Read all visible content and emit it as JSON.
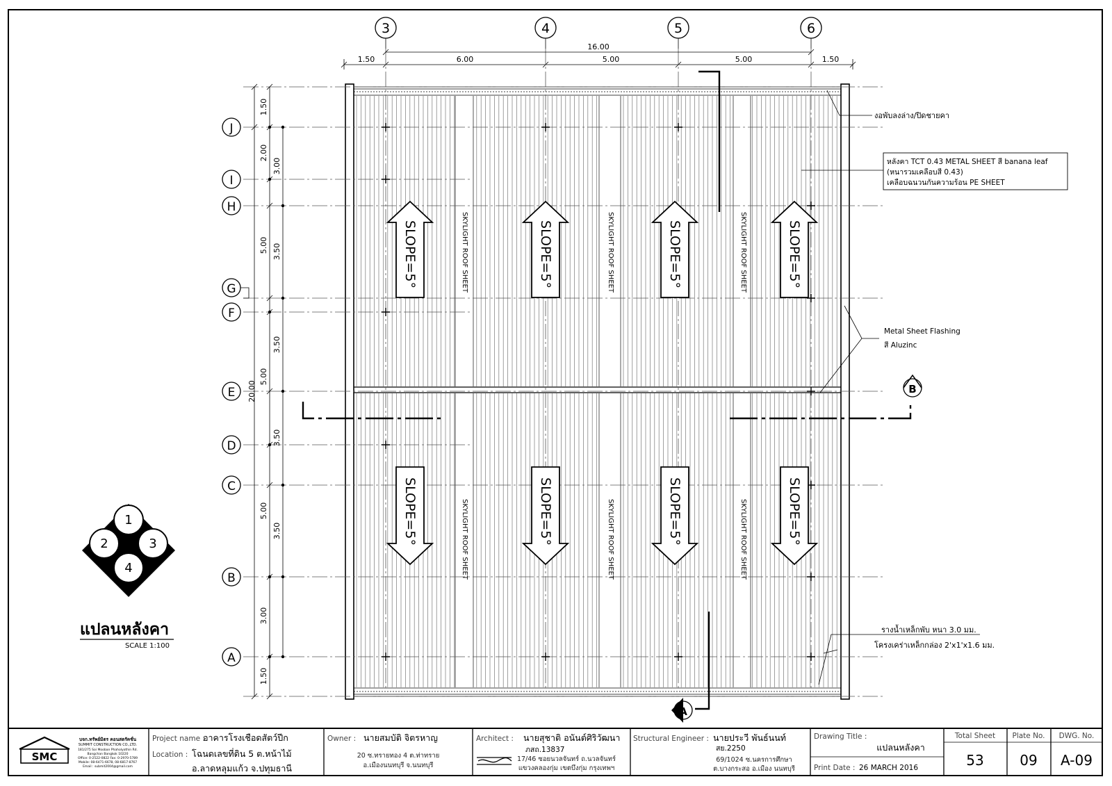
{
  "drawing": {
    "plan_title": "แปลนหลังคา",
    "scale_label": "SCALE 1:100",
    "slope_label": "SLOPE=5°",
    "skylight_label": "SKYLIGHT ROOF SHEET",
    "key_plan_numbers": [
      "1",
      "2",
      "3",
      "4"
    ],
    "column_axes": [
      "3",
      "4",
      "5",
      "6"
    ],
    "row_axes": [
      "J",
      "I",
      "H",
      "G",
      "F",
      "E",
      "D",
      "C",
      "B",
      "A"
    ],
    "overall_width_dim": "16.00",
    "width_dims": [
      "1.50",
      "6.00",
      "5.00",
      "5.00",
      "1.50"
    ],
    "overall_length_dim": "20.00",
    "length_dims_major": [
      "1.50",
      "2.00",
      "5.00",
      "5.00",
      "5.00",
      "3.00",
      "1.50"
    ],
    "length_dims_minor": [
      "3.00",
      "3.50",
      "3.50",
      "3.50",
      "3.50"
    ],
    "section_markers": [
      "A",
      "B"
    ],
    "notes": {
      "flashing_fold": "งอพับลงล่าง/ปิดชายคา",
      "roof_spec_1": "หลังคา TCT 0.43 METAL SHEET สี  banana leaf",
      "roof_spec_2": "(หนารวมเคลือบสี 0.43)",
      "roof_spec_3": "เคลือบฉนวนกันความร้อน PE SHEET",
      "metal_flashing_1": "Metal Sheet Flashing",
      "metal_flashing_2": "สี Aluzinc",
      "gutter_1": "รางน้ำเหล็กพับ หนา 3.0 มม.",
      "gutter_2": "โครงเคร่าเหล็กกล่อง 2'x1'x1.6 มม."
    }
  },
  "title_block": {
    "logo_text": "SMC",
    "company_th": "บจก.ทรัพย์มิตร คอนสตรัคชั่น",
    "company_en": "SUMMIT CONSTRUCTION CO.,LTD.",
    "company_addr_1": "181/275 Soi Mooban Phaholyothin Rd.",
    "company_addr_2": "Bangchan Bangkok 10220",
    "company_phone": "Office: 0-2522-0822  Fax: 0-2970-5789",
    "company_mobile": "Mobile: 08-6471-6678, 08-6817-8767",
    "company_email": "Email : submit2004@gmail.com",
    "project_label": "Project name :",
    "project_value": "อาคารโรงเชือดสัตว์ปีก",
    "location_label": "Location :",
    "location_value_1": "โฉนดเลขที่ดิน 5 ต.หน้าไม้",
    "location_value_2": "อ.ลาดหลุมแก้ว จ.ปทุมธานี",
    "owner_label": "Owner :",
    "owner_name": "นายสมบัติ จิตรหาญ",
    "owner_addr_1": "20 ซ.ทรายทอง 4 ต.ท่าทราย",
    "owner_addr_2": "อ.เมืองนนทบุรี จ.นนทบุรี",
    "architect_label": "Architect :",
    "architect_name": "นายสุชาติ อนันต์ศิริวัฒนา",
    "architect_license": "ภสถ.13837",
    "architect_addr_1": "17/46 ซอยนวลจันทร์ ถ.นวลจันทร์",
    "architect_addr_2": "แขวงคลองกุ่ม เขตบึงกุ่ม กรุงเทพฯ",
    "struct_label": "Structural Engineer :",
    "struct_name": "นายประวี พันธ์นนท์",
    "struct_license": "สย.2250",
    "struct_addr_1": "69/1024 ซ.นครการศึกษา",
    "struct_addr_2": "ต.บางกระสอ อ.เมือง นนทบุรี",
    "drawing_title_label": "Drawing Title :",
    "drawing_title_value": "แปลนหลังคา",
    "print_date_label": "Print Date :",
    "print_date_value": "26 MARCH 2016",
    "total_sheet_label": "Total Sheet",
    "total_sheet_value": "53",
    "plate_label": "Plate No.",
    "plate_value": "09",
    "dwg_label": "DWG. No.",
    "dwg_value": "A-09"
  }
}
